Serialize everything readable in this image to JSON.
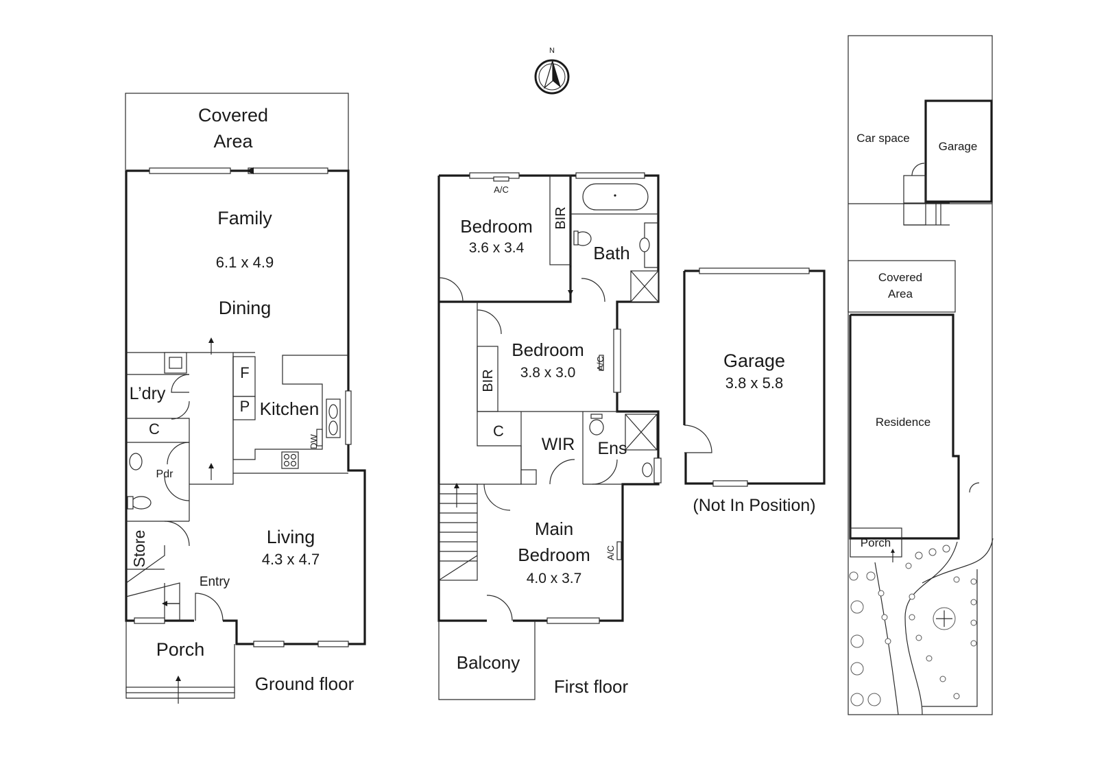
{
  "compass": {
    "north_label": "N"
  },
  "ground_floor": {
    "title": "Ground floor",
    "covered_area_line1": "Covered",
    "covered_area_line2": "Area",
    "family": "Family",
    "family_dims": "6.1 x 4.9",
    "dining": "Dining",
    "laundry": "L’dry",
    "cupboard": "C",
    "fridge": "F",
    "pantry": "P",
    "kitchen": "Kitchen",
    "dishwasher": "DW",
    "powder": "Pdr",
    "store": "Store",
    "living": "Living",
    "living_dims": "4.3 x 4.7",
    "entry": "Entry",
    "porch": "Porch"
  },
  "first_floor": {
    "title": "First floor",
    "bedroom1": "Bedroom",
    "bedroom1_dims": "3.6 x 3.4",
    "ac1": "A/C",
    "bir1": "BIR",
    "bath": "Bath",
    "bedroom2": "Bedroom",
    "bedroom2_dims": "3.8 x 3.0",
    "ac2": "A/C",
    "bir2": "BIR",
    "cupboard": "C",
    "wir": "WIR",
    "ensuite": "Ens",
    "main_bedroom_line1": "Main",
    "main_bedroom_line2": "Bedroom",
    "main_bedroom_dims": "4.0 x 3.7",
    "ac3": "A/C",
    "balcony": "Balcony"
  },
  "garage": {
    "title": "Garage",
    "dims": "3.8 x 5.8",
    "note": "(Not In Position)"
  },
  "site_plan": {
    "car_space": "Car space",
    "garage": "Garage",
    "covered_area_line1": "Covered",
    "covered_area_line2": "Area",
    "residence": "Residence",
    "porch": "Porch"
  }
}
